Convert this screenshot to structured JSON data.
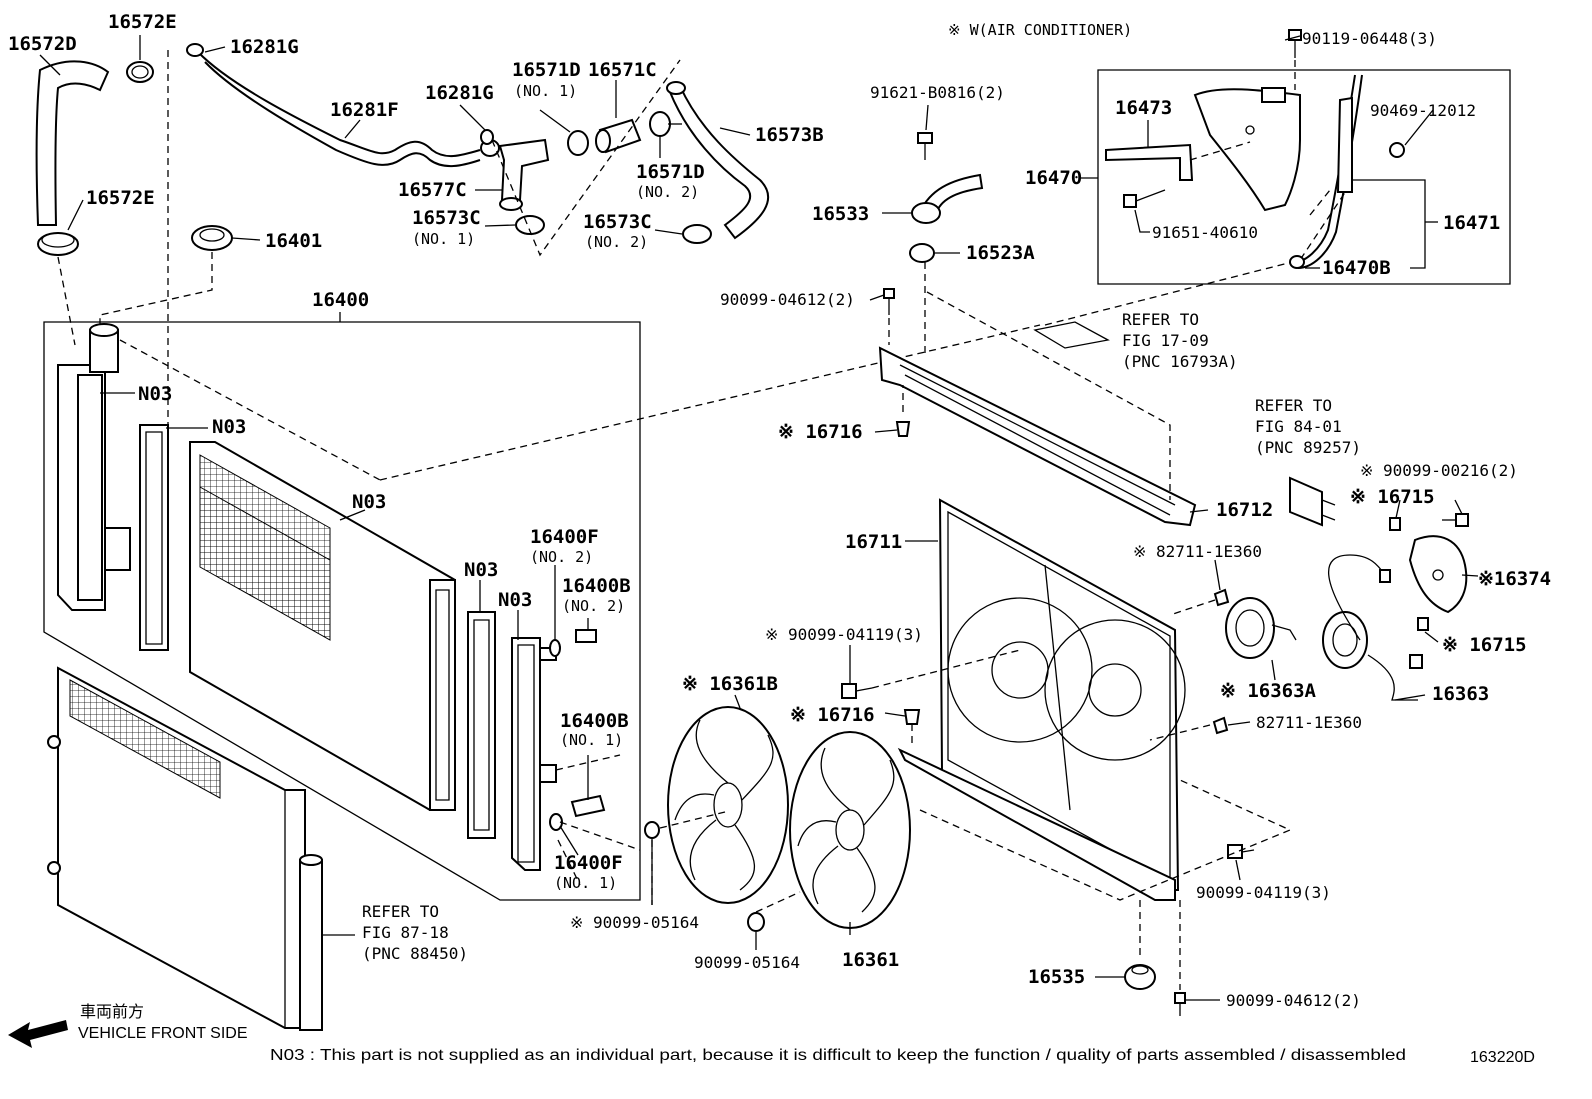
{
  "labels": {
    "p16572D": "16572D",
    "p16572E_top": "16572E",
    "p16281G_top": "16281G",
    "p16281F": "16281F",
    "p16281G_mid": "16281G",
    "p16571D_1": "16571D",
    "p16571D_1_sub": "(NO. 1)",
    "p16571C": "16571C",
    "p16573B": "16573B",
    "p16571D_2": "16571D",
    "p16571D_2_sub": "(NO. 2)",
    "p16577C": "16577C",
    "p16573C_1": "16573C",
    "p16573C_1_sub": "(NO. 1)",
    "p16573C_2": "16573C",
    "p16573C_2_sub": "(NO. 2)",
    "p16572E_bot": "16572E",
    "p16401": "16401",
    "p16400": "16400",
    "n03_a": "N03",
    "n03_b": "N03",
    "n03_c": "N03",
    "n03_d": "N03",
    "n03_e": "N03",
    "p16400F_2": "16400F",
    "p16400F_2_sub": "(NO. 2)",
    "p16400B_2": "16400B",
    "p16400B_2_sub": "(NO. 2)",
    "p16400B_1": "16400B",
    "p16400B_1_sub": "(NO. 1)",
    "p16400F_1": "16400F",
    "p16400F_1_sub": "(NO. 1)",
    "ref_87_a": "REFER TO",
    "ref_87_b": "FIG 87-18",
    "ref_87_c": "(PNC 88450)",
    "front_jp": "車両前方",
    "front_en": "VEHICLE FRONT SIDE",
    "ac_note": "※ W(AIR CONDITIONER)",
    "p91621": "91621-B0816(2)",
    "p16533": "16533",
    "p16523A": "16523A",
    "p90099_04612_top": "90099-04612(2)",
    "ref_17_a": "REFER TO",
    "ref_17_b": "FIG 17-09",
    "ref_17_c": "(PNC 16793A)",
    "p16716_top": "※ 16716",
    "p16712": "16712",
    "p16711": "16711",
    "p90119": "90119-06448(3)",
    "p16473": "16473",
    "p90469": "90469-12012",
    "p16470": "16470",
    "p16471": "16471",
    "p91651": "91651-40610",
    "p16470B": "16470B",
    "ref_84_a": "REFER TO",
    "ref_84_b": "FIG 84-01",
    "ref_84_c": "(PNC 89257)",
    "p90099_00216": "※ 90099-00216(2)",
    "p16715_top": "※ 16715",
    "p82711_top": "※ 82711-1E360",
    "p16374": "※16374",
    "p16715_bot": "※ 16715",
    "p16363A": "※ 16363A",
    "p16363": "16363",
    "p82711_bot": "82711-1E360",
    "p90099_04119_left": "※ 90099-04119(3)",
    "p16716_mid": "※ 16716",
    "p16361B": "※ 16361B",
    "p90099_05164_left": "※ 90099-05164",
    "p90099_05164_bot": "90099-05164",
    "p16361": "16361",
    "p90099_04119_right": "90099-04119(3)",
    "p16535": "16535",
    "p90099_04612_bot": "90099-04612(2)",
    "footnote": "N03 : This part is not supplied as an individual part, because it is difficult to keep the function / quality of parts assembled / disassembled",
    "fig_id": "163220D"
  },
  "colors": {
    "line": "#000000",
    "background": "#ffffff"
  }
}
